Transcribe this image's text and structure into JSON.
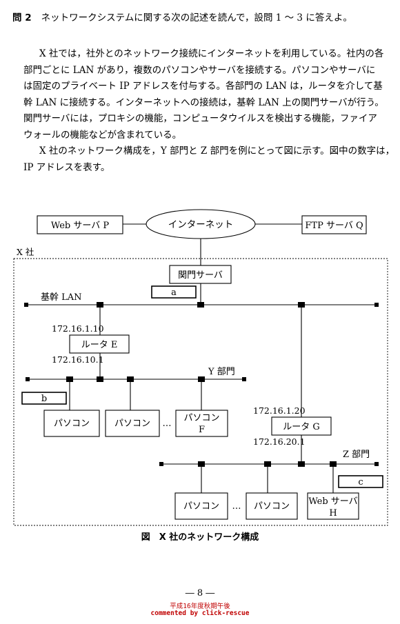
{
  "question": {
    "number": "問 2",
    "text": "ネットワークシステムに関する次の記述を読んで，設問 1 ～ 3 に答えよ。"
  },
  "body": [
    "X 社では，社外とのネットワーク接続にインターネットを利用している。社内の各",
    "部門ごとに LAN があり，複数のパソコンやサーバを接続する。パソコンやサーバに",
    "は固定のプライベート IP アドレスを付与する。各部門の LAN は，ルータを介して基",
    "幹 LAN に接続する。インターネットへの接続は，基幹 LAN 上の関門サーバが行う。",
    "関門サーバには，プロキシの機能，コンピュータウイルスを検出する機能，ファイア",
    "ウォールの機能などが含まれている。",
    "X 社のネットワーク構成を，Y 部門と Z 部門を例にとって図に示す。図中の数字は，",
    "IP アドレスを表す。"
  ],
  "diagram": {
    "web_server_p": "Web サーバ P",
    "internet": "インターネット",
    "ftp_server_q": "FTP サーバ Q",
    "company": "X 社",
    "gateway_server": "関門サーバ",
    "backbone_lan": "基幹 LAN",
    "router_e": "ルータ E",
    "router_e_ip_upper": "172.16.1.10",
    "router_e_ip_lower": "172.16.10.1",
    "dept_y": "Y 部門",
    "pc": "パソコン",
    "ellipsis": "…",
    "pc_f_line1": "パソコン",
    "pc_f_line2": "F",
    "router_g": "ルータ G",
    "router_g_ip_upper": "172.16.1.20",
    "router_g_ip_lower": "172.16.20.1",
    "dept_z": "Z 部門",
    "web_server_h_line1": "Web サーバ",
    "web_server_h_line2": "H",
    "blank_a": "a",
    "blank_b": "b",
    "blank_c": "c"
  },
  "caption": "図　X 社のネットワーク構成",
  "page_number": "― 8 ―",
  "footer_line1": "平成16年度秋期午後",
  "footer_line2": "commented by click-rescue"
}
